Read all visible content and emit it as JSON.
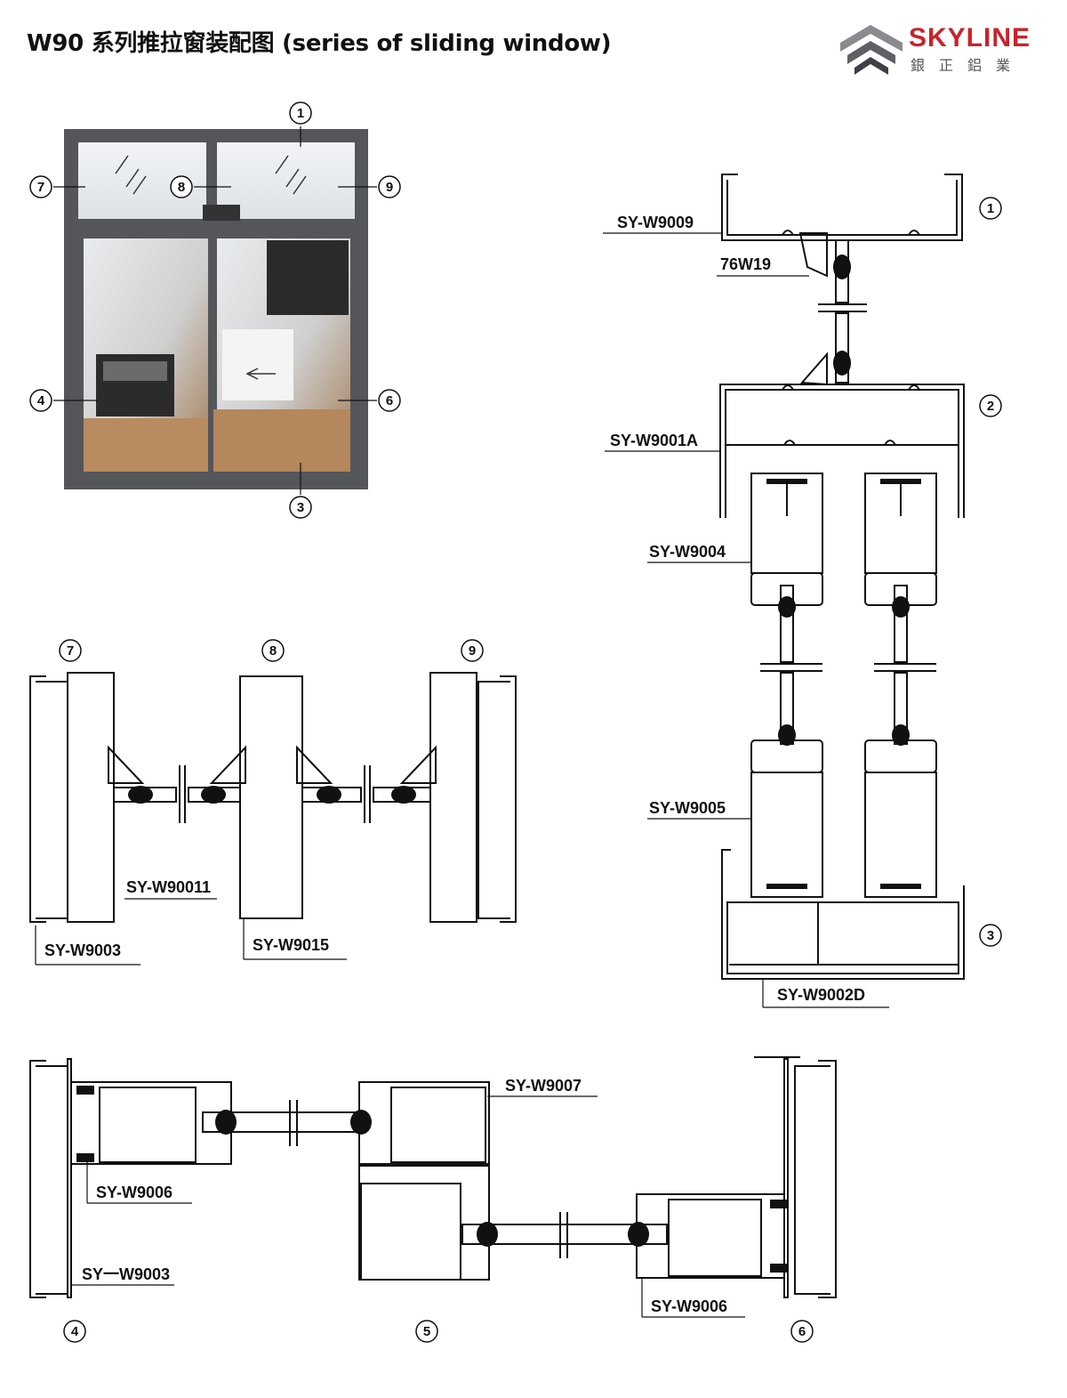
{
  "header": {
    "title": "W90 系列推拉窗装配图 (series of sliding window)",
    "brand": "SKYLINE",
    "brand_sub": "銀正鋁業"
  },
  "callouts": {
    "c1": "1",
    "c2": "2",
    "c3": "3",
    "c4": "4",
    "c5": "5",
    "c6": "6",
    "c7": "7",
    "c8": "8",
    "c9": "9"
  },
  "labels": {
    "vertical_top": "SY-W9009",
    "vertical_bead": "76W19",
    "vertical_frame": "SY-W9001A",
    "vertical_sash_top": "SY-W9004",
    "vertical_sash_bottom": "SY-W9005",
    "vertical_sill": "SY-W9002D",
    "transom_mullion": "SY-W90011",
    "transom_jamb": "SY-W9003",
    "transom_center": "SY-W9015",
    "horiz_interlock": "SY-W9007",
    "horiz_sash_left": "SY-W9006",
    "horiz_jamb_left": "SY一W9003",
    "horiz_sash_right": "SY-W9006"
  },
  "colors": {
    "frame": "#55565a",
    "brand_red": "#c8232c"
  }
}
